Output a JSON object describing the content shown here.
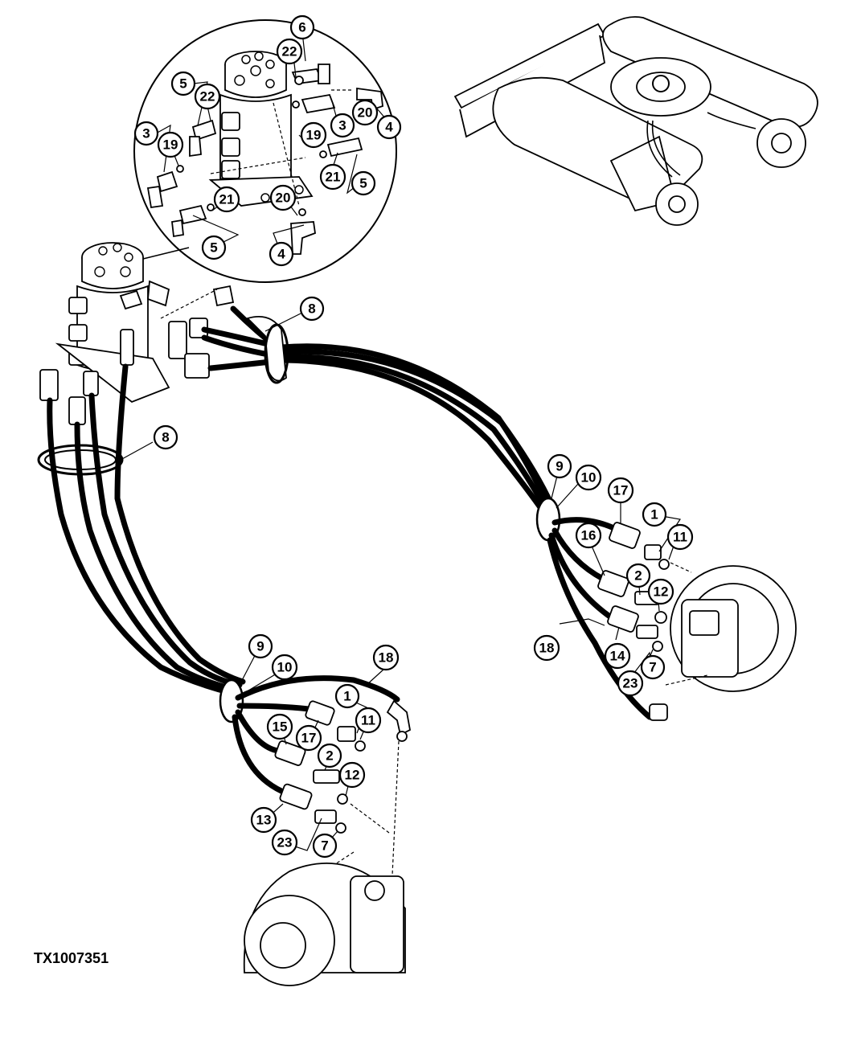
{
  "figure_id": "TX1007351",
  "callouts": [
    {
      "label": "6"
    },
    {
      "label": "22"
    },
    {
      "label": "5"
    },
    {
      "label": "22"
    },
    {
      "label": "20"
    },
    {
      "label": "4"
    },
    {
      "label": "3"
    },
    {
      "label": "19"
    },
    {
      "label": "19"
    },
    {
      "label": "3"
    },
    {
      "label": "21"
    },
    {
      "label": "5"
    },
    {
      "label": "21"
    },
    {
      "label": "20"
    },
    {
      "label": "5"
    },
    {
      "label": "4"
    },
    {
      "label": "8"
    },
    {
      "label": "8"
    },
    {
      "label": "9"
    },
    {
      "label": "10"
    },
    {
      "label": "17"
    },
    {
      "label": "1"
    },
    {
      "label": "11"
    },
    {
      "label": "16"
    },
    {
      "label": "2"
    },
    {
      "label": "12"
    },
    {
      "label": "18"
    },
    {
      "label": "14"
    },
    {
      "label": "7"
    },
    {
      "label": "23"
    },
    {
      "label": "9"
    },
    {
      "label": "10"
    },
    {
      "label": "18"
    },
    {
      "label": "1"
    },
    {
      "label": "11"
    },
    {
      "label": "15"
    },
    {
      "label": "17"
    },
    {
      "label": "2"
    },
    {
      "label": "12"
    },
    {
      "label": "13"
    },
    {
      "label": "23"
    },
    {
      "label": "7"
    }
  ]
}
